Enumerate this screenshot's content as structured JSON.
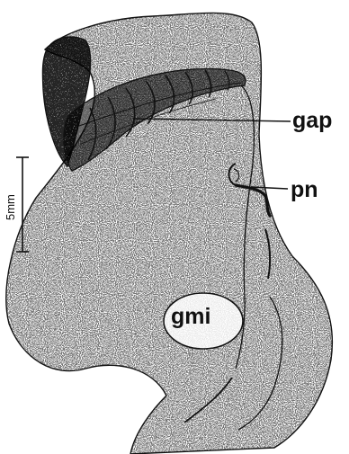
{
  "labels": {
    "gap": "gap",
    "pn": "pn",
    "gmi": "gmi"
  },
  "scale_bar": {
    "text": "5mm"
  },
  "colors": {
    "ink": "#111111",
    "stipple": "#4a4a4a",
    "paper": "#ffffff"
  }
}
